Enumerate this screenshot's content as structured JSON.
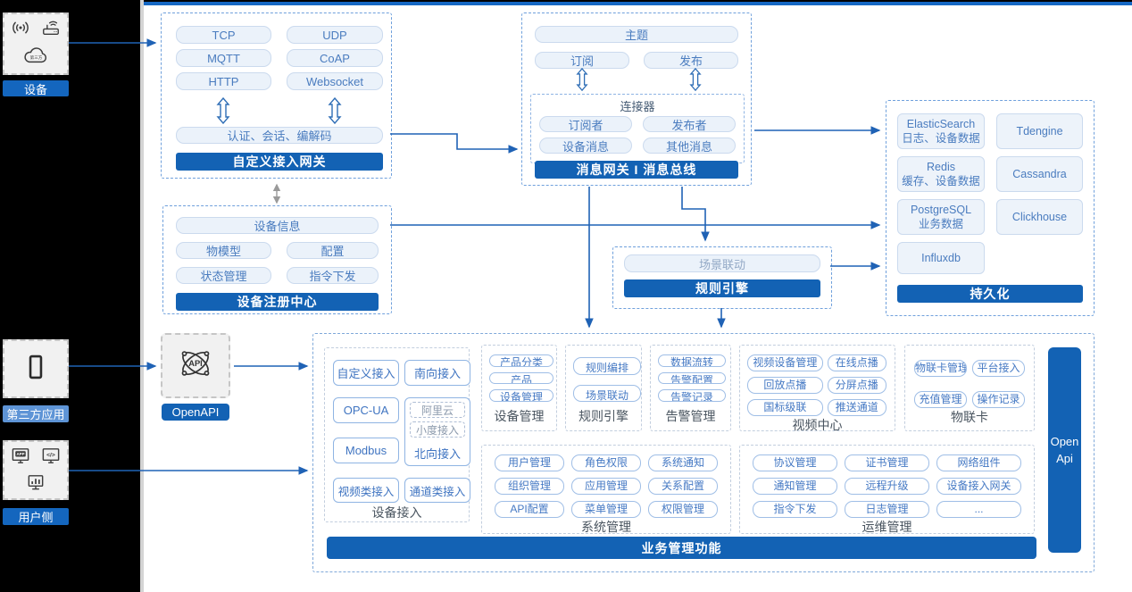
{
  "colors": {
    "accent": "#1362B4",
    "accent_light": "#5E94D6",
    "arrow": "#1F62B5"
  },
  "left_panel": {
    "groups": [
      {
        "label": "设备",
        "icons": [
          "signal-icon",
          "router-icon",
          "cloud-icon"
        ]
      },
      {
        "label": "第三方应用",
        "icons": [
          "phone-icon"
        ]
      },
      {
        "label": "用户侧",
        "icons": [
          "app-icon",
          "code-icon",
          "chart-icon"
        ]
      }
    ]
  },
  "gateway_box": {
    "protocols": [
      "TCP",
      "UDP",
      "MQTT",
      "CoAP",
      "HTTP",
      "Websocket"
    ],
    "session_pill": "认证、会话、编解码",
    "title": "自定义接入网关"
  },
  "message_box": {
    "topic": "主题",
    "subscribe": "订阅",
    "publish": "发布",
    "connector": {
      "title": "连接器",
      "pills": [
        "订阅者",
        "发布者",
        "设备消息",
        "其他消息"
      ]
    },
    "title": "消息网关 I 消息总线"
  },
  "registry_box": {
    "info_pill": "设备信息",
    "pills": [
      "物模型",
      "配置",
      "状态管理",
      "指令下发"
    ],
    "title": "设备注册中心"
  },
  "rule_box": {
    "pill": "场景联动",
    "title": "规则引擎"
  },
  "persistence_box": {
    "cells": [
      {
        "l1": "ElasticSearch",
        "l2": "日志、设备数据"
      },
      {
        "l1": "Tdengine",
        "l2": ""
      },
      {
        "l1": "Redis",
        "l2": "缓存、设备数据"
      },
      {
        "l1": "Cassandra",
        "l2": ""
      },
      {
        "l1": "PostgreSQL",
        "l2": "业务数据"
      },
      {
        "l1": "Clickhouse",
        "l2": ""
      },
      {
        "l1": "Influxdb",
        "l2": ""
      }
    ],
    "title": "持久化"
  },
  "openapi": {
    "label": "OpenAPI"
  },
  "business_box": {
    "device_access": {
      "caption": "设备接入",
      "row1": [
        "自定义接入",
        "南向接入"
      ],
      "col1": [
        "OPC-UA",
        "Modbus"
      ],
      "north_cell": {
        "dashed": [
          "阿里云",
          "小度接入"
        ],
        "label": "北向接入"
      },
      "row4": [
        "视频类接入",
        "通道类接入"
      ]
    },
    "groups": [
      {
        "caption": "设备管理",
        "pills": [
          "产品分类",
          "产品",
          "设备管理"
        ]
      },
      {
        "caption": "规则引擎",
        "pills": [
          "规则编排",
          "场景联动"
        ]
      },
      {
        "caption": "告警管理",
        "pills": [
          "数据流转",
          "告警配置",
          "告警记录"
        ]
      },
      {
        "caption": "视频中心",
        "pills": [
          "视频设备管理",
          "在线点播",
          "回放点播",
          "分屏点播",
          "国标级联",
          "推送通道"
        ]
      },
      {
        "caption": "物联卡",
        "pills": [
          "物联卡管理",
          "平台接入",
          "充值管理",
          "操作记录"
        ]
      },
      {
        "caption": "系统管理",
        "pills": [
          "用户管理",
          "角色权限",
          "系统通知",
          "组织管理",
          "应用管理",
          "关系配置",
          "API配置",
          "菜单管理",
          "权限管理"
        ]
      },
      {
        "caption": "运维管理",
        "pills": [
          "协议管理",
          "证书管理",
          "网络组件",
          "通知管理",
          "远程升级",
          "设备接入网关",
          "指令下发",
          "日志管理",
          "..."
        ]
      }
    ],
    "footer": "业务管理功能",
    "openapi_bar": {
      "l1": "Open",
      "l2": "Api"
    }
  }
}
